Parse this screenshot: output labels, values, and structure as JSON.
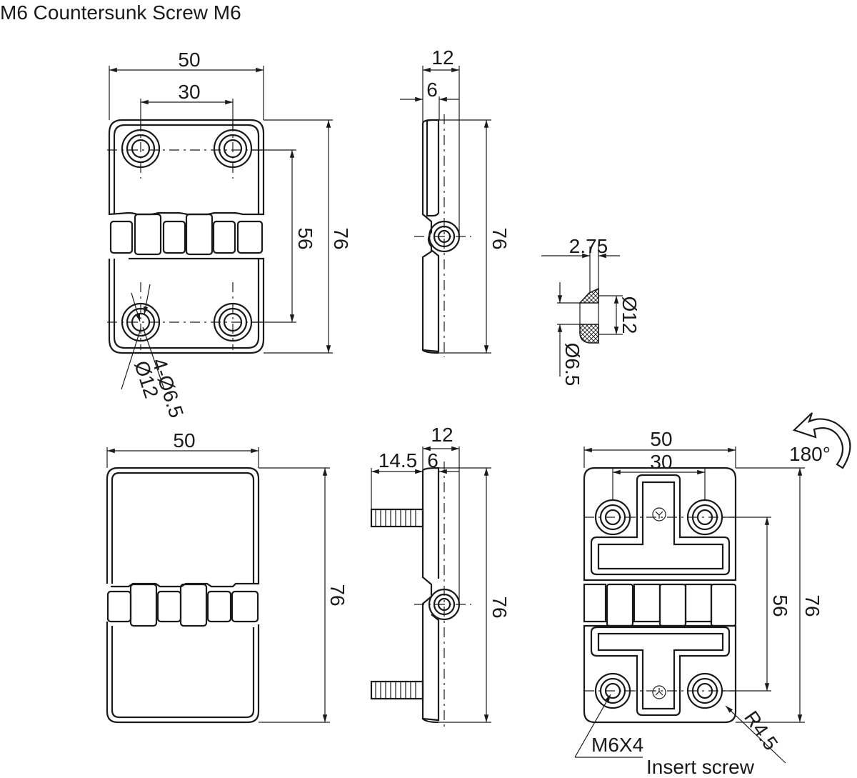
{
  "title": "M6  Countersunk Screw M6",
  "views": {
    "front_top": {
      "width": "50",
      "hole_spacing": "30",
      "vertical_spacing": "56",
      "height": "76",
      "counterbore_dia": "Ø12",
      "hole_callout": "4-Ø6.5"
    },
    "side_top": {
      "thickness": "12",
      "half_thickness": "6",
      "height": "76"
    },
    "detail": {
      "depth": "2.75",
      "outer_dia": "Ø12",
      "inner_dia": "Ø6.5"
    },
    "front_bottom": {
      "width": "50",
      "height": "76"
    },
    "side_bottom": {
      "thickness": "12",
      "half_thickness": "6",
      "screw_length": "14.5",
      "height": "76"
    },
    "back_bottom": {
      "width": "50",
      "hole_spacing": "30",
      "vertical_spacing": "56",
      "height": "76",
      "rotation": "180°",
      "corner_radius": "R4.5",
      "insert_label": "M6X4",
      "insert_caption": "Insert screw"
    }
  }
}
